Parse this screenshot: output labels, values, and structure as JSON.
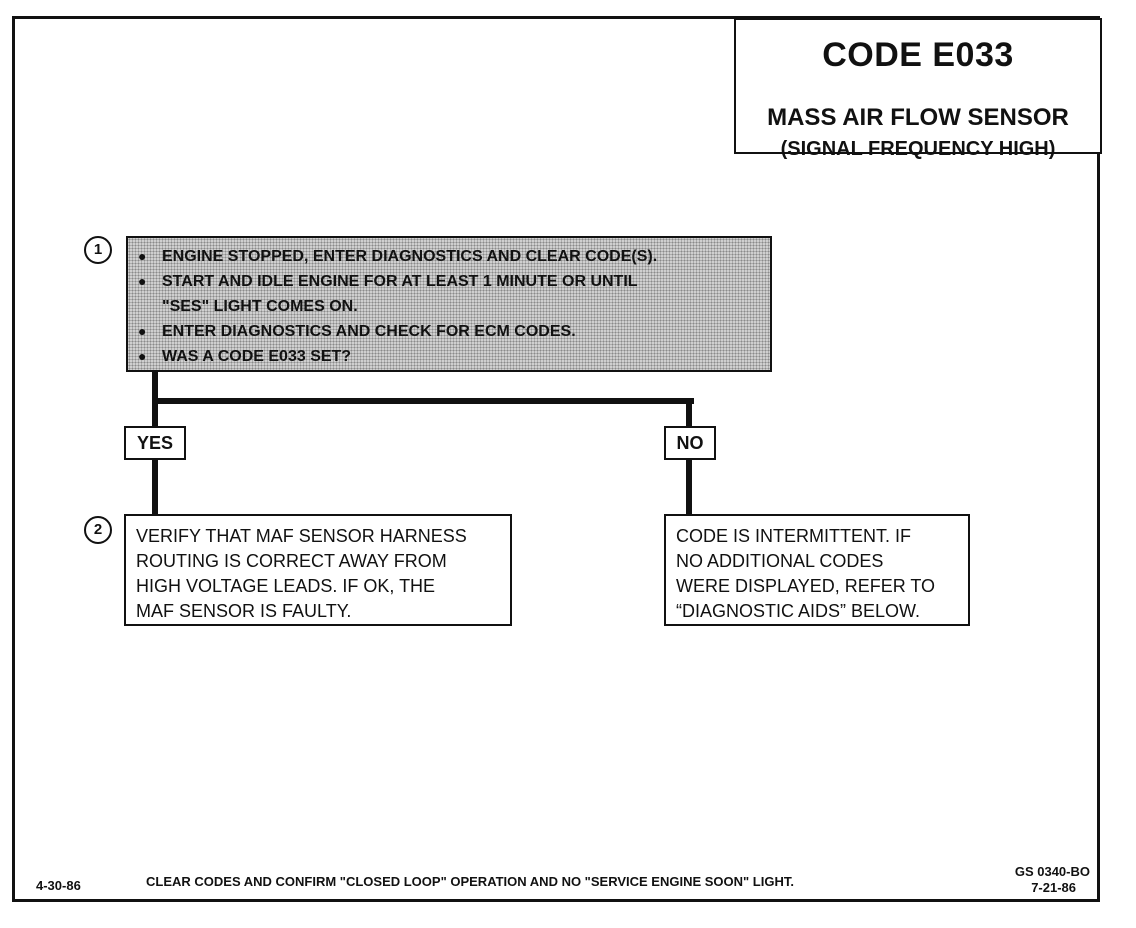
{
  "header": {
    "code": "CODE E033",
    "title": "MASS AIR FLOW SENSOR",
    "subtitle": "(SIGNAL FREQUENCY HIGH)"
  },
  "step1": {
    "number": "1",
    "bullets": [
      [
        "ENGINE STOPPED, ENTER DIAGNOSTICS AND CLEAR CODE(S)."
      ],
      [
        "START AND IDLE ENGINE FOR AT LEAST 1 MINUTE OR UNTIL",
        "\"SES\" LIGHT COMES ON."
      ],
      [
        "ENTER DIAGNOSTICS AND CHECK FOR ECM CODES."
      ],
      [
        "WAS A CODE E033 SET?"
      ]
    ]
  },
  "branches": {
    "yes_label": "YES",
    "no_label": "NO"
  },
  "step2": {
    "number": "2",
    "lines": [
      "VERIFY THAT MAF SENSOR HARNESS",
      "ROUTING IS CORRECT AWAY FROM",
      "HIGH VOLTAGE LEADS.  IF OK,  THE",
      "MAF SENSOR IS FAULTY."
    ]
  },
  "no_result": {
    "lines": [
      "CODE IS INTERMITTENT. IF",
      "NO ADDITIONAL CODES",
      "WERE DISPLAYED, REFER TO",
      "“DIAGNOSTIC AIDS” BELOW."
    ]
  },
  "footer": {
    "date_left": "4-30-86",
    "instruction": "CLEAR CODES AND CONFIRM \"CLOSED LOOP\"  OPERATION AND NO \"SERVICE ENGINE SOON\" LIGHT.",
    "doc_id": "GS 0340-BO",
    "date_right": "7-21-86"
  }
}
